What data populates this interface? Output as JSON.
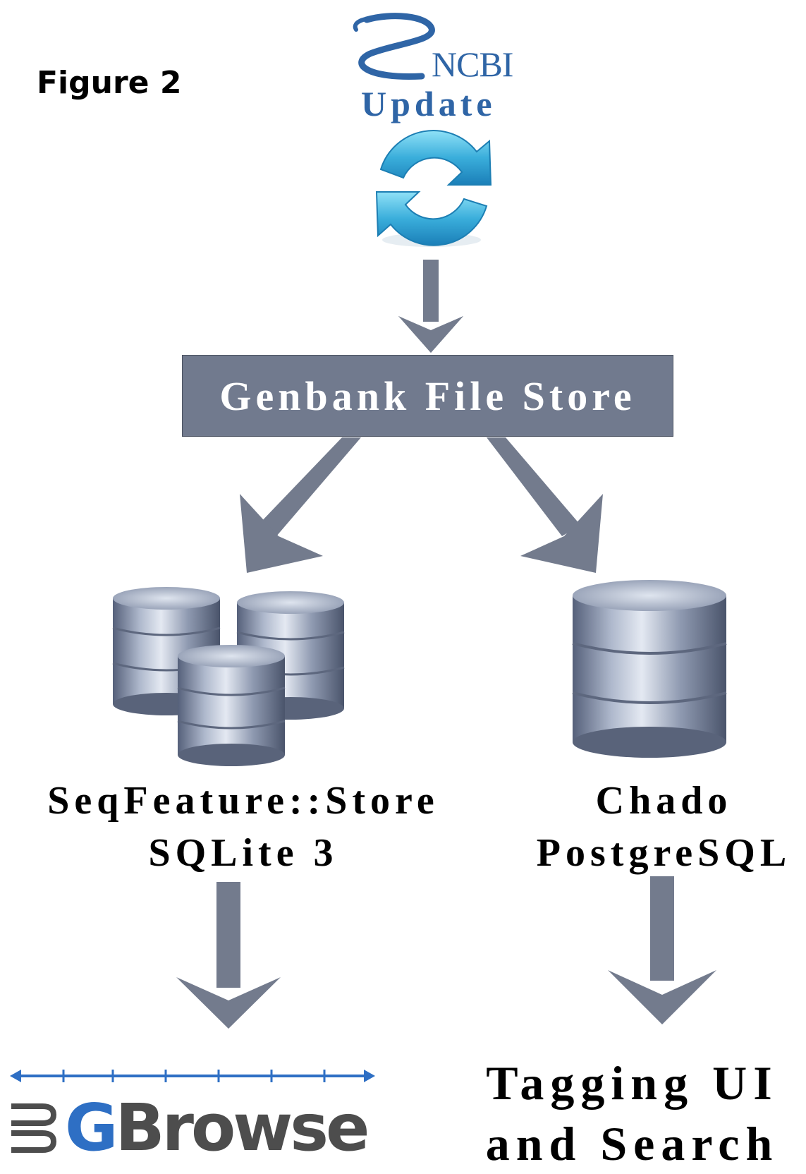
{
  "figure_label": "Figure 2",
  "ncbi": {
    "brand": "NCBI",
    "caption": "Update"
  },
  "store_box": {
    "label": "Genbank File Store"
  },
  "left_db": {
    "line1": "SeqFeature::Store",
    "line2": "SQLite 3"
  },
  "right_db": {
    "line1": "Chado",
    "line2": "PostgreSQL"
  },
  "gbrowse": {
    "first": "G",
    "rest": "Browse"
  },
  "tagging": {
    "line1": "Tagging UI",
    "line2": "and Search"
  },
  "colors": {
    "arrow": "#737b8d",
    "box": "#717a8e",
    "ncbi_blue": "#2f65a6",
    "sync_cyan": "#3fb6e0",
    "gbrowse_blue": "#2e6fc4",
    "gbrowse_gray": "#4d4d4d"
  },
  "icons": [
    "ncbi-helix-icon",
    "sync-icon",
    "database-cluster-icon",
    "database-icon",
    "gbrowse-ruler-icon"
  ]
}
